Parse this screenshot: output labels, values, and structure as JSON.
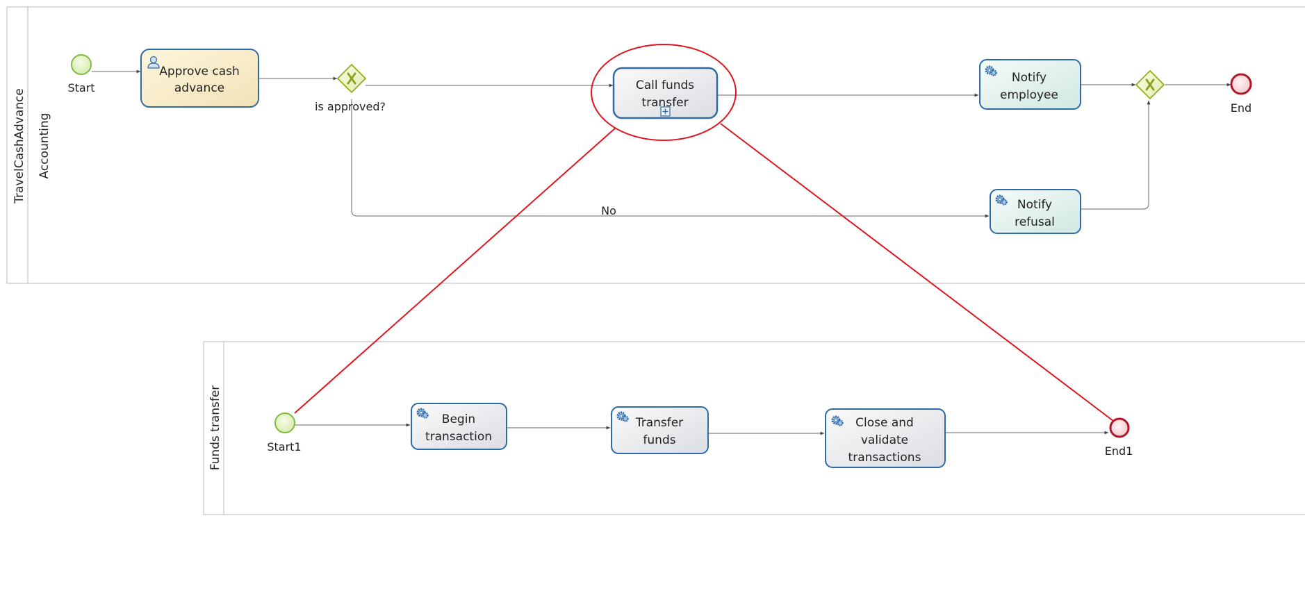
{
  "pool_main": {
    "name": "TravelCashAdvance",
    "lane": "Accounting",
    "start_label": "Start",
    "end_label": "End",
    "tasks": {
      "approve": [
        "Approve cash",
        "advance"
      ],
      "call_funds": [
        "Call funds",
        "transfer"
      ],
      "notify_employee": [
        "Notify",
        "employee"
      ],
      "notify_refusal": [
        "Notify",
        "refusal"
      ]
    },
    "gateway_label": "is approved?",
    "flow_no_label": "No"
  },
  "pool_sub": {
    "name": "Funds transfer",
    "start_label": "Start1",
    "end_label": "End1",
    "tasks": {
      "begin": [
        "Begin",
        "transaction"
      ],
      "transfer": [
        "Transfer",
        "funds"
      ],
      "close": [
        "Close and",
        "validate",
        "transactions"
      ]
    }
  },
  "colors": {
    "highlight": "#e0141e",
    "task_border": "#2e6aa8",
    "start_event": "#7dbb3c",
    "end_event": "#b0182a",
    "gateway": "#9ab52a"
  },
  "icons": {
    "user_task": "user-icon",
    "service_task": "gear-icon",
    "subprocess_marker": "plus-box-icon",
    "exclusive_gateway": "x-icon"
  }
}
